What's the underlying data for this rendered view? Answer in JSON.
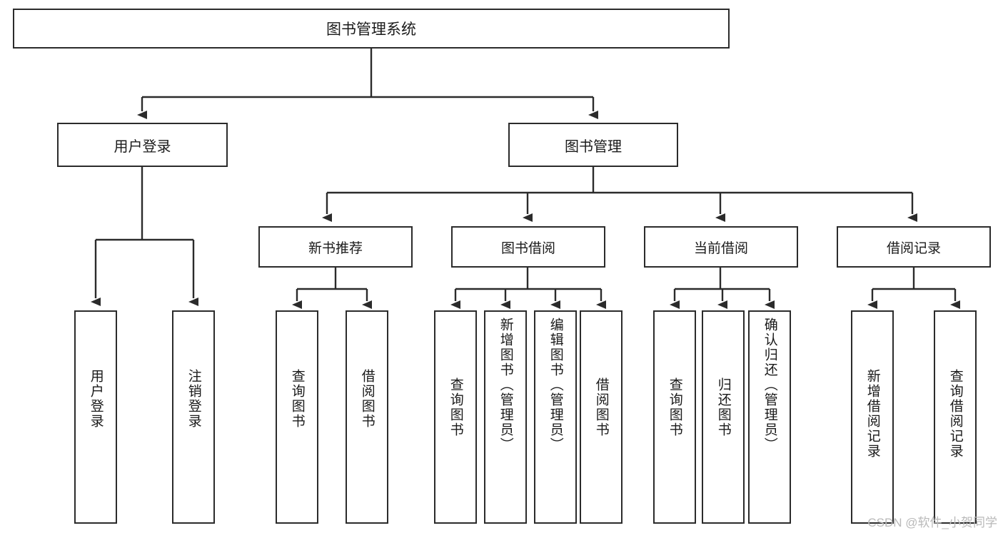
{
  "diagram": {
    "type": "tree-flowchart",
    "title": "图书管理系统",
    "background_color": "#ffffff",
    "line_color": "#2b2b2b",
    "box_fill": "#ffffff",
    "nodes": {
      "root": {
        "label": "图书管理系统"
      },
      "level1": [
        {
          "id": "user-login",
          "label": "用户登录"
        },
        {
          "id": "book-management",
          "label": "图书管理"
        }
      ],
      "level2": [
        {
          "id": "new-book-recommend",
          "label": "新书推荐"
        },
        {
          "id": "book-borrow",
          "label": "图书借阅"
        },
        {
          "id": "current-borrow",
          "label": "当前借阅"
        },
        {
          "id": "borrow-record",
          "label": "借阅记录"
        }
      ],
      "leaves": [
        {
          "id": "leaf-user-login",
          "label": "用户登录",
          "parent": "user-login"
        },
        {
          "id": "leaf-logout",
          "label": "注销登录",
          "parent": "user-login"
        },
        {
          "id": "leaf-query-book-1",
          "label": "查询图书",
          "parent": "new-book-recommend"
        },
        {
          "id": "leaf-borrow-book-1",
          "label": "借阅图书",
          "parent": "new-book-recommend"
        },
        {
          "id": "leaf-query-book-2",
          "label": "查询图书",
          "parent": "book-borrow"
        },
        {
          "id": "leaf-add-book",
          "label": "新增图书（管理员）",
          "parent": "book-borrow"
        },
        {
          "id": "leaf-edit-book",
          "label": "编辑图书（管理员）",
          "parent": "book-borrow"
        },
        {
          "id": "leaf-borrow-book-2",
          "label": "借阅图书",
          "parent": "book-borrow"
        },
        {
          "id": "leaf-query-book-3",
          "label": "查询图书",
          "parent": "current-borrow"
        },
        {
          "id": "leaf-return-book",
          "label": "归还图书",
          "parent": "current-borrow"
        },
        {
          "id": "leaf-confirm-return",
          "label": "确认归还（管理员）",
          "parent": "current-borrow"
        },
        {
          "id": "leaf-add-record",
          "label": "新增借阅记录",
          "parent": "borrow-record"
        },
        {
          "id": "leaf-query-record",
          "label": "查询借阅记录",
          "parent": "borrow-record"
        }
      ]
    },
    "watermark": "CSDN @软件_小贺同学"
  }
}
